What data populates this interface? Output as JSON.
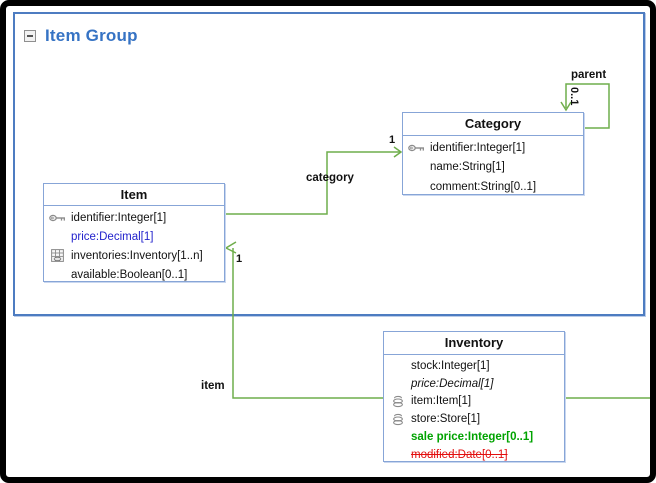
{
  "header": {
    "title": "Item Group",
    "collapse_icon": "minus-box"
  },
  "entities": [
    {
      "title": "Item",
      "attributes": [
        {
          "text": "identifier:Integer[1]",
          "icon": "key"
        },
        {
          "text": "price:Decimal[1]",
          "style": "blue"
        },
        {
          "text": "inventories:Inventory[1..n]",
          "icon": "table"
        },
        {
          "text": "available:Boolean[0..1]"
        }
      ]
    },
    {
      "title": "Category",
      "attributes": [
        {
          "text": "identifier:Integer[1]",
          "icon": "key"
        },
        {
          "text": "name:String[1]"
        },
        {
          "text": "comment:String[0..1]"
        }
      ]
    },
    {
      "title": "Inventory",
      "attributes": [
        {
          "text": "stock:Integer[1]"
        },
        {
          "text": "price:Decimal[1]",
          "style": "italic"
        },
        {
          "text": "item:Item[1]",
          "icon": "reference"
        },
        {
          "text": "store:Store[1]",
          "icon": "reference"
        },
        {
          "text": "sale price:Integer[0..1]",
          "style": "green-bold"
        },
        {
          "text": "modified:Date[0..1]",
          "style": "red-strike"
        }
      ]
    }
  ],
  "edges": {
    "category": {
      "label": "category",
      "cardinality": "1"
    },
    "item": {
      "label": "item",
      "cardinality": "1"
    },
    "parent": {
      "label": "parent",
      "cardinality": "0..1"
    }
  },
  "colors": {
    "edge_green": "#6fad4b",
    "container_border": "#4d7cc1",
    "entity_border": "#87a5d7",
    "group_title_blue": "#3673c4",
    "attribute_blue": "#2222cc",
    "attribute_green": "#00a300",
    "attribute_red": "#e30e0e"
  }
}
